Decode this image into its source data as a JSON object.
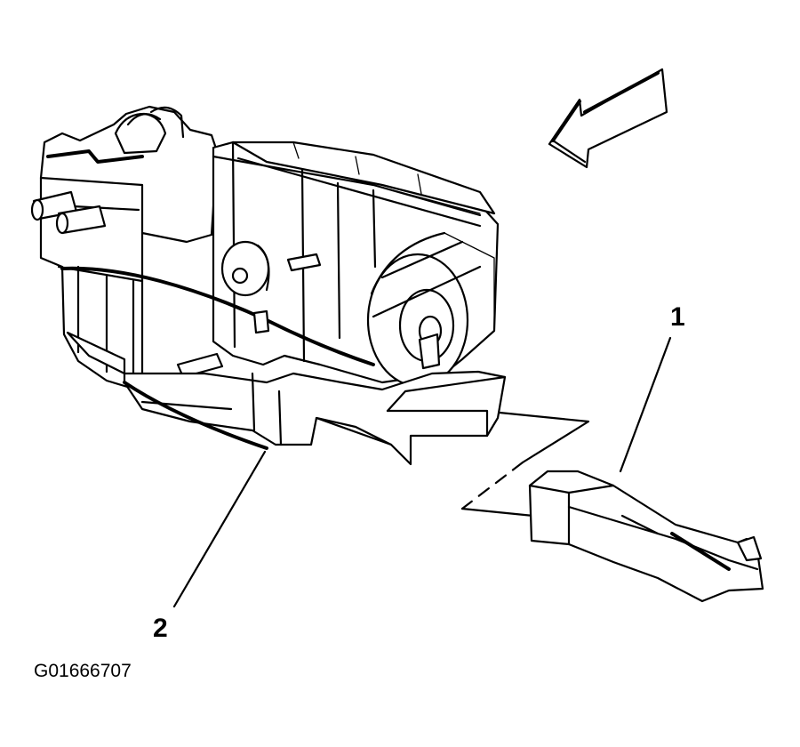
{
  "callouts": {
    "one": "1",
    "two": "2"
  },
  "figure_id": "G01666707",
  "colors": {
    "ink": "#000000",
    "background": "#ffffff"
  },
  "icons": {
    "direction_arrow": "arrow-down-left-icon"
  }
}
